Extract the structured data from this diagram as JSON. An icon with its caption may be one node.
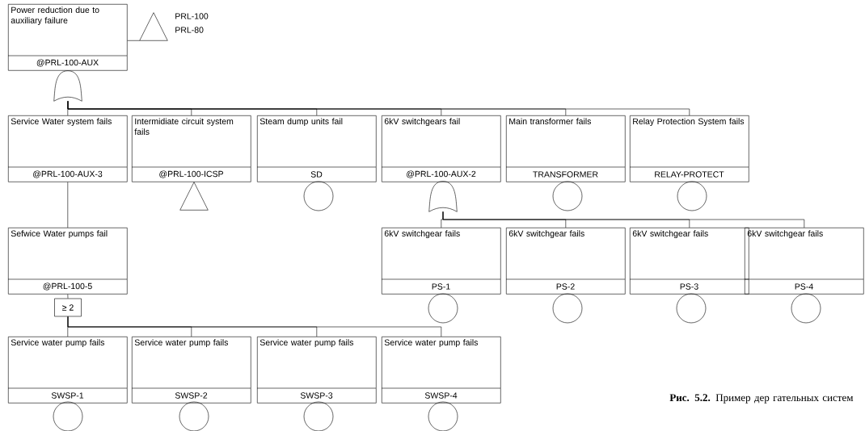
{
  "diagram": {
    "caption": "**Рис. 5.2.** Пример дер гательных систем",
    "nodes": [
      {
        "text": [
          "Power reduction due to auxiliary failure",
          "@PRL-100-AUX"
        ]
      },
      {
        "text": [],
        "shape": "triangle",
        "beside": [
          "PRL-100",
          "PRL-80"
        ]
      },
      {
        "text": [],
        "shape": "gate"
      },
      {
        "text": [
          "Service Water system fails",
          "@PRL-100-AUX-3"
        ]
      },
      {
        "text": [
          "Intermidiate circuit system fails",
          "@PRL-100-ICSP"
        ]
      },
      {
        "text": [
          "Steam dump units fail",
          "SD"
        ]
      },
      {
        "text": [
          "6kV switchgears fail",
          "@PRL-100-AUX-2"
        ]
      },
      {
        "text": [
          "Main transformer fails",
          "TRANSFORMER"
        ]
      },
      {
        "text": [
          "Relay Protection System fails",
          "RELAY-PROTECT"
        ]
      },
      {
        "text": [],
        "shape": "triangle"
      },
      {
        "text": [],
        "shape": "circle"
      },
      {
        "text": [],
        "shape": "gate"
      },
      {
        "text": [],
        "shape": "circle"
      },
      {
        "text": [],
        "shape": "circle"
      },
      {
        "text": [
          "Sefwice Water pumps fail",
          "@PRL-100-5"
        ]
      },
      {
        "text": [
          "≥ 2"
        ]
      },
      {
        "text": [
          "6kV switchgear fails",
          "PS-1"
        ]
      },
      {
        "text": [
          "6kV switchgear fails",
          "PS-2"
        ]
      },
      {
        "text": [
          "6kV switchgear fails",
          "PS-3"
        ]
      },
      {
        "text": [
          "6kV switchgear fails",
          "PS-4"
        ]
      },
      {
        "text": [],
        "shape": "circle"
      },
      {
        "text": [],
        "shape": "circle"
      },
      {
        "text": [],
        "shape": "circle"
      },
      {
        "text": [],
        "shape": "circle"
      },
      {
        "text": [
          "Service water pump fails",
          "SWSP-1"
        ]
      },
      {
        "text": [
          "Service water pump fails",
          "SWSP-2"
        ]
      },
      {
        "text": [
          "Service water pump fails",
          "SWSP-3"
        ]
      },
      {
        "text": [
          "Service water pump fails",
          "SWSP-4"
        ]
      },
      {
        "text": [],
        "shape": "circle"
      },
      {
        "text": [],
        "shape": "circle"
      },
      {
        "text": [],
        "shape": "circle"
      },
      {
        "text": [],
        "shape": "circle"
      }
    ],
    "edges": [
      {
        "from": 0,
        "to": 1,
        "arrow": "none"
      },
      {
        "from": 2,
        "to": 3,
        "arrow": "none"
      },
      {
        "from": 2,
        "to": 4,
        "arrow": "none"
      },
      {
        "from": 2,
        "to": 5,
        "arrow": "none"
      },
      {
        "from": 2,
        "to": 6,
        "arrow": "none"
      },
      {
        "from": 2,
        "to": 7,
        "arrow": "none"
      },
      {
        "from": 2,
        "to": 8,
        "arrow": "none"
      },
      {
        "from": 3,
        "to": 14,
        "arrow": "none"
      },
      {
        "from": 11,
        "to": 16,
        "arrow": "none"
      },
      {
        "from": 11,
        "to": 17,
        "arrow": "none"
      },
      {
        "from": 11,
        "to": 18,
        "arrow": "none"
      },
      {
        "from": 11,
        "to": 19,
        "arrow": "none"
      },
      {
        "from": 14,
        "to": 15,
        "arrow": "none"
      },
      {
        "from": 15,
        "to": 24,
        "arrow": "none"
      },
      {
        "from": 15,
        "to": 25,
        "arrow": "none"
      },
      {
        "from": 15,
        "to": 26,
        "arrow": "none"
      },
      {
        "from": 15,
        "to": 27,
        "arrow": "none"
      }
    ]
  }
}
